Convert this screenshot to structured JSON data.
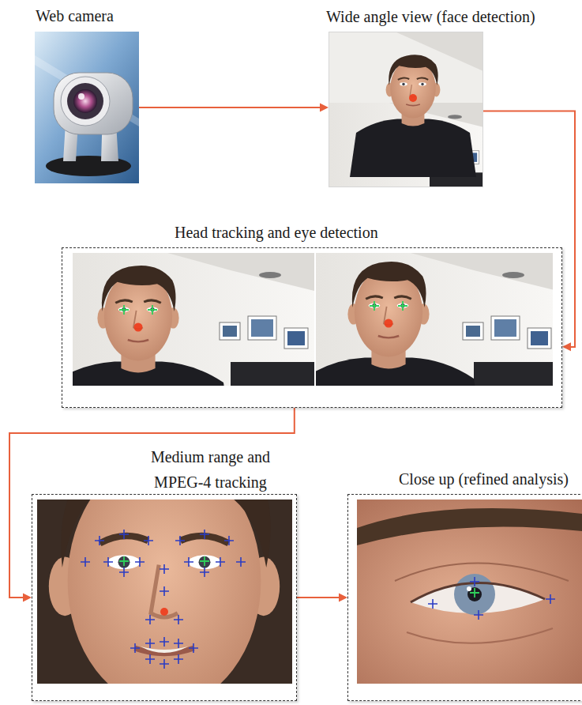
{
  "diagram": {
    "nodes": [
      {
        "text": [
          "Web camera"
        ]
      },
      {
        "text": [
          "Wide angle view (face detection)"
        ]
      },
      {
        "text": [
          "Head tracking and eye detection"
        ]
      },
      {
        "text": [
          "Medium range and MPEG-4 tracking"
        ]
      },
      {
        "text": [
          "Close up (refined analysis)"
        ]
      }
    ],
    "edges": [
      {
        "from": 0,
        "to": 1,
        "arrow": "to"
      },
      {
        "from": 1,
        "to": 2,
        "arrow": "to"
      },
      {
        "from": 2,
        "to": 3,
        "arrow": "to"
      },
      {
        "from": 3,
        "to": 4,
        "arrow": "to"
      }
    ]
  }
}
